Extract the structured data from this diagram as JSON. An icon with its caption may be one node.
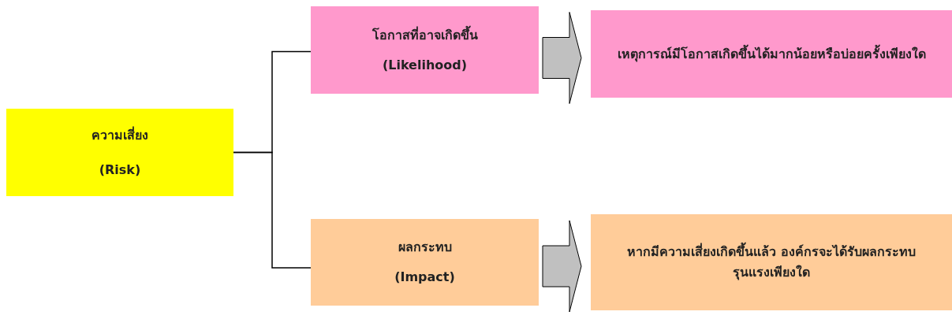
{
  "diagram": {
    "nodes": [
      {
        "text": [
          "ความเสี่ยง",
          "(Risk)"
        ]
      },
      {
        "text": [
          "โอกาสที่อาจเกิดขึ้น",
          "(Likelihood)"
        ]
      },
      {
        "text": [
          "เหตุการณ์มีโอกาสเกิดขึ้นได้มากน้อยหรือบ่อยครั้งเพียงใด"
        ]
      },
      {
        "text": [
          "ผลกระทบ",
          "(Impact)"
        ]
      },
      {
        "text": [
          "หากมีความเสี่ยงเกิดขึ้นแล้ว องค์กรจะได้รับผลกระทบรุนแรงเพียงใด"
        ]
      }
    ],
    "edges": [
      {
        "from": 0,
        "to": 1,
        "arrow": "none"
      },
      {
        "from": 0,
        "to": 3,
        "arrow": "none"
      },
      {
        "from": 1,
        "to": 2,
        "arrow": "to",
        "style": "thick",
        "color": "#c0c0c0"
      },
      {
        "from": 3,
        "to": 4,
        "arrow": "to",
        "style": "thick",
        "color": "#c0c0c0"
      }
    ]
  }
}
